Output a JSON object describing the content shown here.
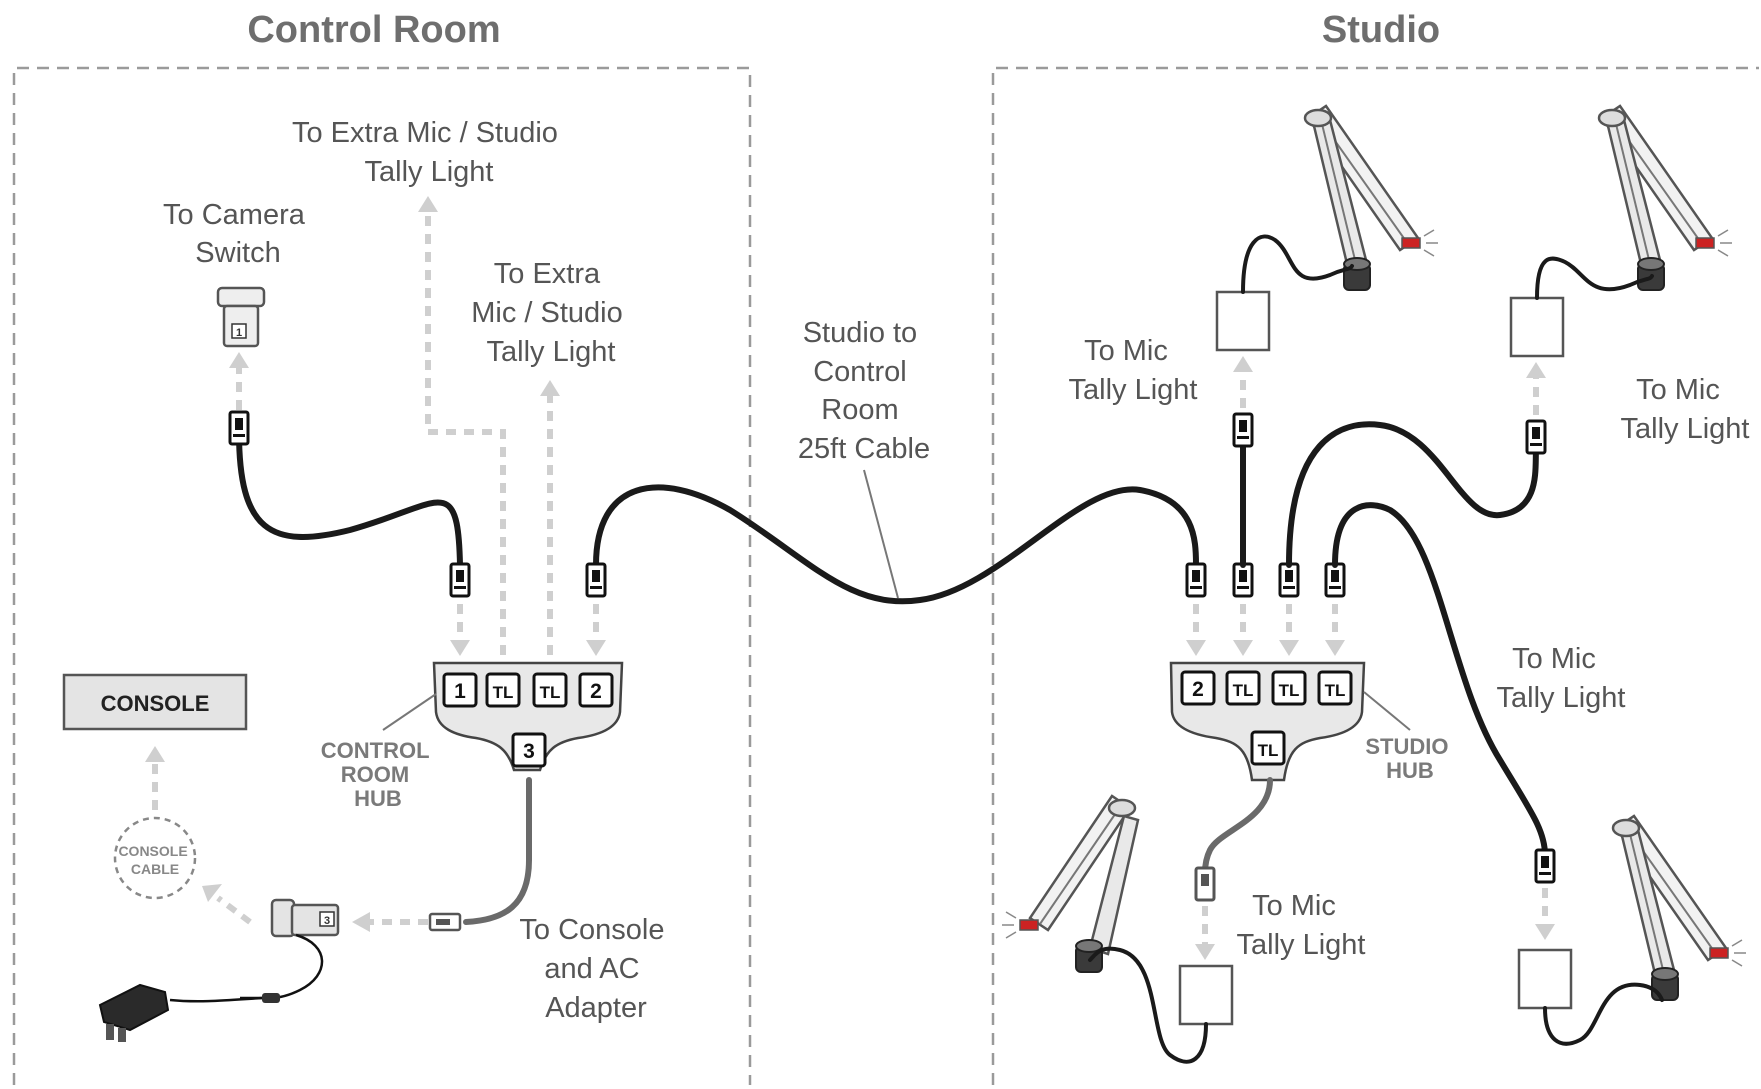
{
  "sections": {
    "control_room": "Control Room",
    "studio": "Studio"
  },
  "control_room": {
    "extra_mic_tally_1": [
      "To Extra Mic / Studio",
      "Tally Light"
    ],
    "camera_switch": [
      "To Camera",
      "Switch"
    ],
    "extra_mic_tally_2": [
      "To Extra",
      "Mic / Studio",
      "Tally Light"
    ],
    "console_label": "CONSOLE",
    "console_cable": [
      "CONSOLE",
      "CABLE"
    ],
    "hub_label": [
      "CONTROL",
      "ROOM",
      "HUB"
    ],
    "hub_ports": [
      "1",
      "TL",
      "TL",
      "2"
    ],
    "hub_bottom_port": "3",
    "console_ac": [
      "To Console",
      "and AC",
      "Adapter"
    ],
    "camera_port": "1",
    "console_port": "3"
  },
  "middle": {
    "cable_label": [
      "Studio to",
      "Control",
      "Room",
      "25ft Cable"
    ]
  },
  "studio": {
    "mic_tally_top_left": [
      "To Mic",
      "Tally Light"
    ],
    "mic_tally_top_right": [
      "To Mic",
      "Tally Light"
    ],
    "mic_tally_right": [
      "To Mic",
      "Tally Light"
    ],
    "mic_tally_bottom": [
      "To Mic",
      "Tally Light"
    ],
    "hub_label": [
      "STUDIO",
      "HUB"
    ],
    "hub_ports": [
      "2",
      "TL",
      "TL",
      "TL"
    ],
    "hub_bottom_port": "TL"
  },
  "icons": [
    "connector-icon",
    "mic-arm-icon",
    "tally-light-box-icon",
    "ac-adapter-icon",
    "camera-switch-adapter-icon",
    "console-icon"
  ]
}
